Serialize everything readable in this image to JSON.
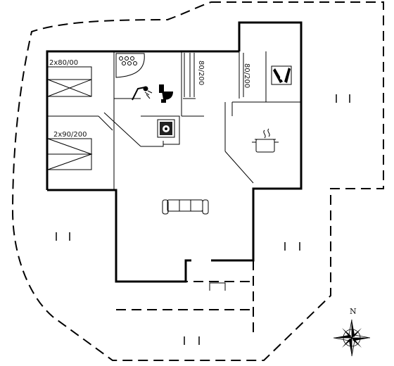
{
  "rooms": {
    "bedroom_1": {
      "bed_label": "2x80/00"
    },
    "bedroom_2": {
      "bed_label": "2x90/200"
    },
    "bedroom_3": {
      "bed_label": "80/200"
    },
    "bedroom_4": {
      "bed_label": "80/200"
    }
  },
  "icons": {
    "hot_tub": "hot-tub-icon",
    "shower": "shower-icon",
    "toilet": "toilet-icon",
    "washing_machine": "washing-machine-icon",
    "kitchen": "cooking-pot-icon",
    "living": "sofa-icon",
    "sauna": "sauna-icon"
  },
  "compass": {
    "north_label": "N"
  }
}
